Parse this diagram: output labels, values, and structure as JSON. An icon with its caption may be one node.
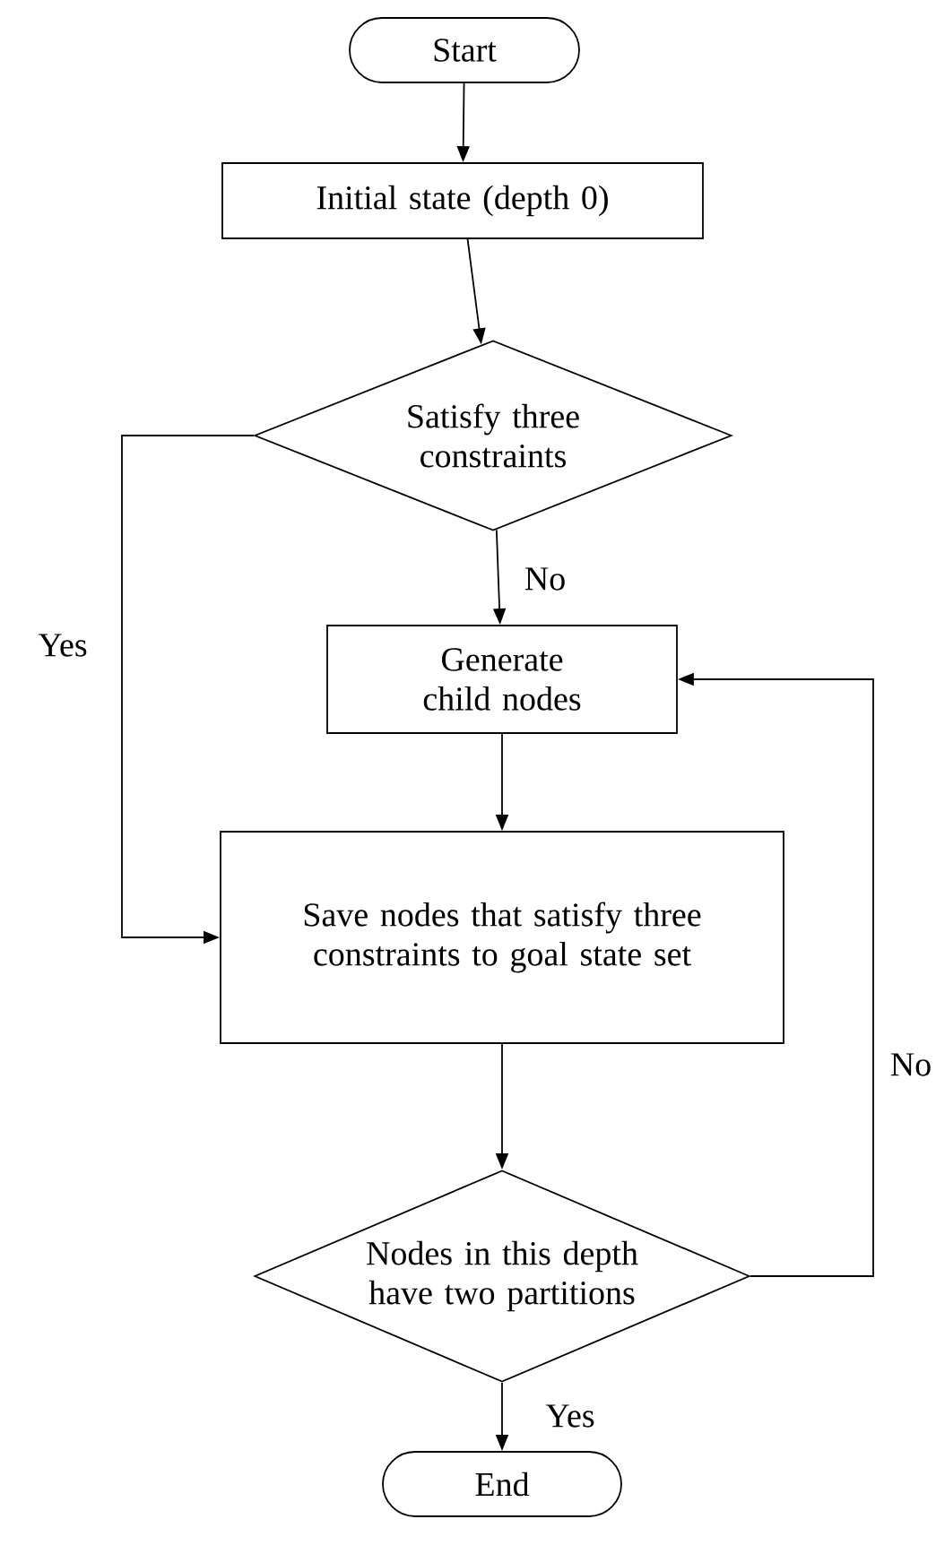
{
  "diagram": {
    "nodes": [
      {
        "text": [
          "Start"
        ]
      },
      {
        "text": [
          "Initial state (depth 0)"
        ]
      },
      {
        "text": [
          "Satisfy three constraints"
        ]
      },
      {
        "text": [
          "Generate child nodes"
        ]
      },
      {
        "text": [
          "Save nodes that satisfy three constraints to goal state set"
        ]
      },
      {
        "text": [
          "Nodes in this depth have two partitions"
        ]
      },
      {
        "text": [
          "End"
        ]
      }
    ],
    "edges": [
      {
        "from": 0,
        "to": 1,
        "arrow": "to"
      },
      {
        "from": 1,
        "to": 2,
        "arrow": "to"
      },
      {
        "from": 2,
        "to": 3,
        "arrow": "to",
        "label": "No"
      },
      {
        "from": 2,
        "to": 4,
        "arrow": "to",
        "label": "Yes"
      },
      {
        "from": 3,
        "to": 4,
        "arrow": "to"
      },
      {
        "from": 4,
        "to": 5,
        "arrow": "to"
      },
      {
        "from": 5,
        "to": 3,
        "arrow": "to",
        "label": "No"
      },
      {
        "from": 5,
        "to": 6,
        "arrow": "to",
        "label": "Yes"
      }
    ]
  }
}
